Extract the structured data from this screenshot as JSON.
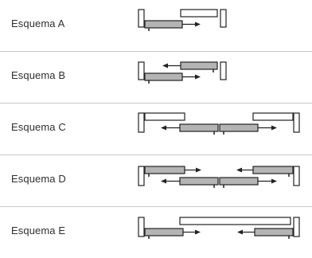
{
  "rows": [
    {
      "label": "Esquema A"
    },
    {
      "label": "Esquema B"
    },
    {
      "label": "Esquema C"
    },
    {
      "label": "Esquema D"
    },
    {
      "label": "Esquema E"
    }
  ],
  "colors": {
    "panel_fill": "#b4b4b4",
    "outline": "#222222",
    "separator": "#c9c9c9",
    "label": "#2f2f2f"
  }
}
